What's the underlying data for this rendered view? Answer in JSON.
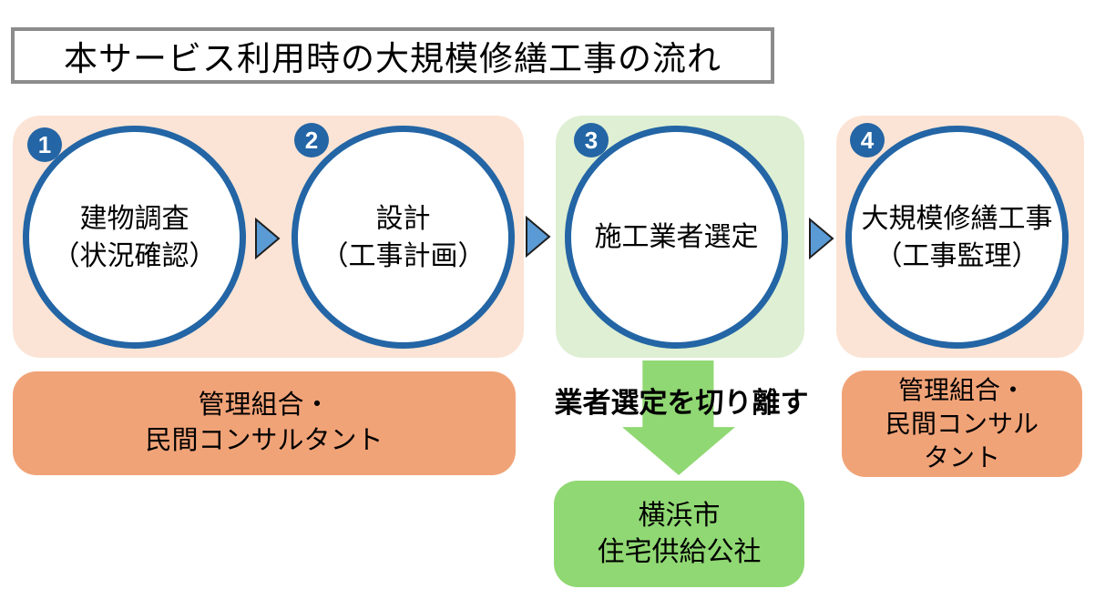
{
  "title": "本サービス利用時の大規模修繕工事の流れ",
  "steps": [
    {
      "number": "1",
      "line1": "建物調査",
      "line2": "（状況確認）"
    },
    {
      "number": "2",
      "line1": "設計",
      "line2": "（工事計画）"
    },
    {
      "number": "3",
      "line1": "施工業者選定",
      "line2": ""
    },
    {
      "number": "4",
      "line1": "大規模修繕工事",
      "line2": "（工事監理）"
    }
  ],
  "callout": "業者選定を切り離す",
  "actor_left": {
    "line1": "管理組合・",
    "line2": "民間コンサルタント"
  },
  "actor_center": {
    "line1": "横浜市",
    "line2": "住宅供給公社"
  },
  "actor_right": {
    "line1": "管理組合・",
    "line2": "民間コンサル",
    "line3": "タント"
  },
  "colors": {
    "step_blue": "#2365A5",
    "arrow_blue": "#5B9BD5",
    "phase_peach": "#FBE4D5",
    "phase_green": "#DEEFD3",
    "actor_orange": "#F1A378",
    "actor_green": "#90D873",
    "title_border": "#8C8C8C"
  }
}
